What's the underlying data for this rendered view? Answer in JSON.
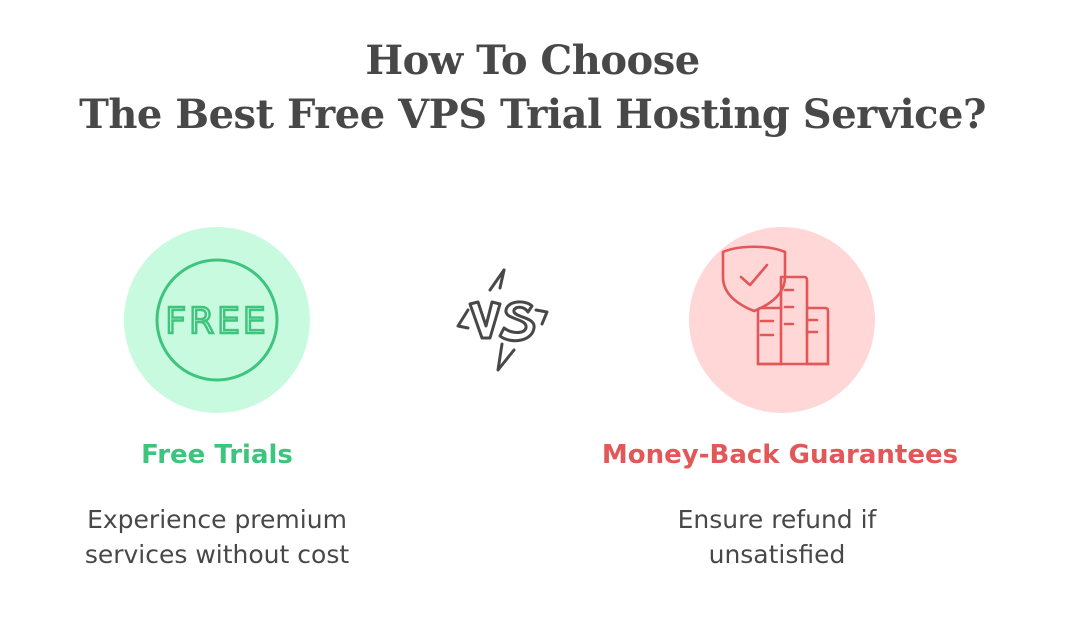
{
  "title": {
    "line1": "How To Choose",
    "line2": "The Best Free VPS Trial Hosting Service?"
  },
  "vs_icon": {
    "label": "VS",
    "color": "#484848"
  },
  "left": {
    "icon": "free-badge-icon",
    "icon_text": "FREE",
    "circle_color": "#c8fae0",
    "accent": "#3ec47c",
    "heading": "Free Trials",
    "description": {
      "line1": "Experience premium",
      "line2": "services without cost"
    }
  },
  "right": {
    "icon": "shield-check-buildings-icon",
    "circle_color": "#ffd7d7",
    "accent": "#e25757",
    "heading": "Money-Back Guarantees",
    "description": {
      "line1": "Ensure refund if",
      "line2": "unsatisfied"
    }
  }
}
